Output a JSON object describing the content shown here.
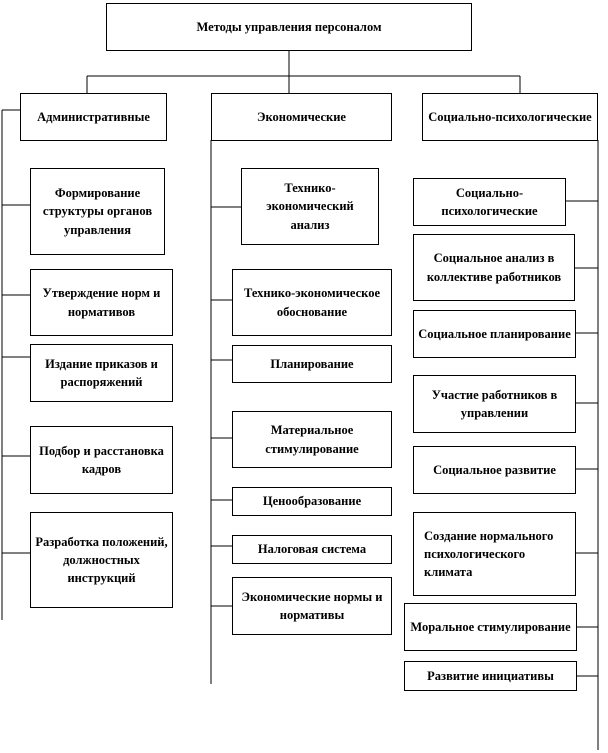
{
  "root": {
    "label": "Методы управления персоналом"
  },
  "categories": [
    {
      "label": "Административные",
      "items": [
        "Формирование структуры органов управления",
        "Утверждение норм и нормативов",
        "Издание приказов и распоряжений",
        "Подбор и расстановка кадров",
        "Разработка положений, должностных инструкций"
      ]
    },
    {
      "label": "Экономические",
      "items": [
        "Технико-экономический анализ",
        "Технико-экономическое обоснование",
        "Планирование",
        "Материальное стимулирование",
        "Ценообразование",
        "Налоговая система",
        "Экономические нормы и нормативы"
      ]
    },
    {
      "label": "Социально-психологические",
      "items": [
        "Социально-психологические",
        "Социальное анализ в коллективе работников",
        "Социальное планирование",
        "Участие работников в управлении",
        "Социальное развитие",
        "Создание нормального психологического климата",
        "Моральное стимулирование",
        "Развитие инициативы"
      ]
    }
  ]
}
